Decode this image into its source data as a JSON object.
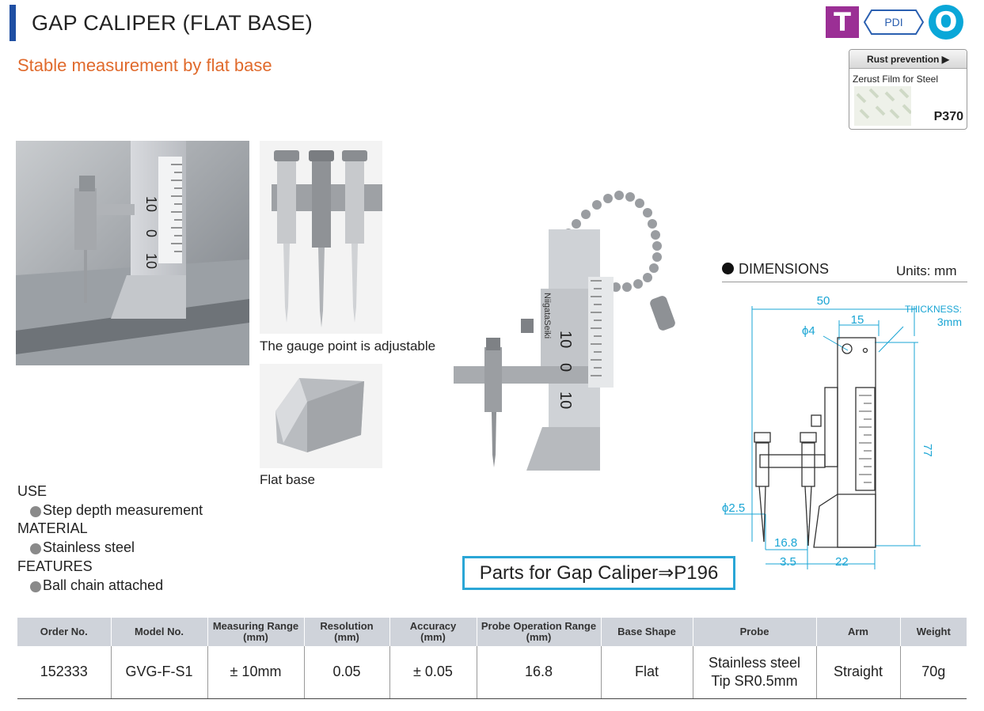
{
  "header": {
    "title": "GAP CALIPER (FLAT BASE)",
    "subtitle": "Stable measurement by flat base"
  },
  "badges": {
    "t_label": "T",
    "pdi_label": "PDI",
    "o_label": "O",
    "t_color": "#9b2f95",
    "o_color": "#0aa7d8"
  },
  "rust_prevention": {
    "heading": "Rust prevention",
    "product": "Zerust Film for Steel",
    "page": "P370"
  },
  "photos": {
    "main_ruler_labels": [
      "10",
      "0",
      "10"
    ],
    "keychain_ruler_labels": [
      "10",
      "0",
      "10"
    ],
    "brand": "NiigataSeiki",
    "caption_gauge": "The gauge point is adjustable",
    "caption_base": "Flat base"
  },
  "specs": {
    "use_heading": "USE",
    "use_item": "Step depth measurement",
    "material_heading": "MATERIAL",
    "material_item": "Stainless steel",
    "features_heading": "FEATURES",
    "features_item": "Ball chain attached"
  },
  "parts_link": "Parts for Gap Caliper⇒P196",
  "dimensions": {
    "heading": "DIMENSIONS",
    "units": "Units: mm",
    "thickness_label": "THICKNESS:",
    "thickness_value": "3mm",
    "width": "50",
    "top_offset": "15",
    "hole": "ϕ4",
    "height": "77",
    "probe_dia": "ϕ2.5",
    "probe_range": "16.8",
    "arm_offset": "3.5",
    "base_width": "22",
    "line_color": "#1aa5d4"
  },
  "table": {
    "headers": [
      {
        "line1": "Order No.",
        "line2": ""
      },
      {
        "line1": "Model No.",
        "line2": ""
      },
      {
        "line1": "Measuring Range",
        "line2": "(mm)"
      },
      {
        "line1": "Resolution",
        "line2": "(mm)"
      },
      {
        "line1": "Accuracy",
        "line2": "(mm)"
      },
      {
        "line1": "Probe Operation Range",
        "line2": "(mm)"
      },
      {
        "line1": "Base Shape",
        "line2": ""
      },
      {
        "line1": "Probe",
        "line2": ""
      },
      {
        "line1": "Arm",
        "line2": ""
      },
      {
        "line1": "Weight",
        "line2": ""
      }
    ],
    "row": {
      "order_no": "152333",
      "model_no": "GVG-F-S1",
      "measuring_range": "± 10mm",
      "resolution": "0.05",
      "accuracy": "± 0.05",
      "probe_operation_range": "16.8",
      "base_shape": "Flat",
      "probe_line1": "Stainless steel",
      "probe_line2": "Tip SR0.5mm",
      "arm": "Straight",
      "weight": "70g"
    }
  }
}
